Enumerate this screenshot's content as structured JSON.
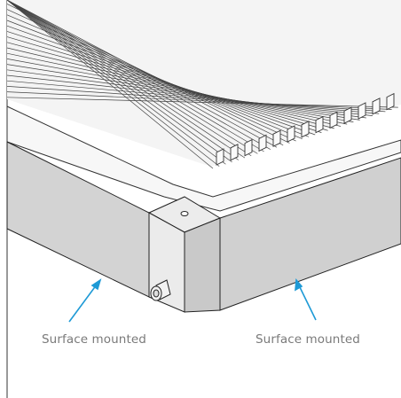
{
  "callouts": [
    {
      "label": "Surface mounted",
      "arrow_color": "#1e9ad6"
    },
    {
      "label": "Surface mounted",
      "arrow_color": "#1e9ad6"
    }
  ],
  "colors": {
    "frame_side": "#d3d3d3",
    "frame_front": "#d0d0d0",
    "lines": "#222222",
    "accent_arrow": "#1e9ad6"
  },
  "blade_count": 13
}
